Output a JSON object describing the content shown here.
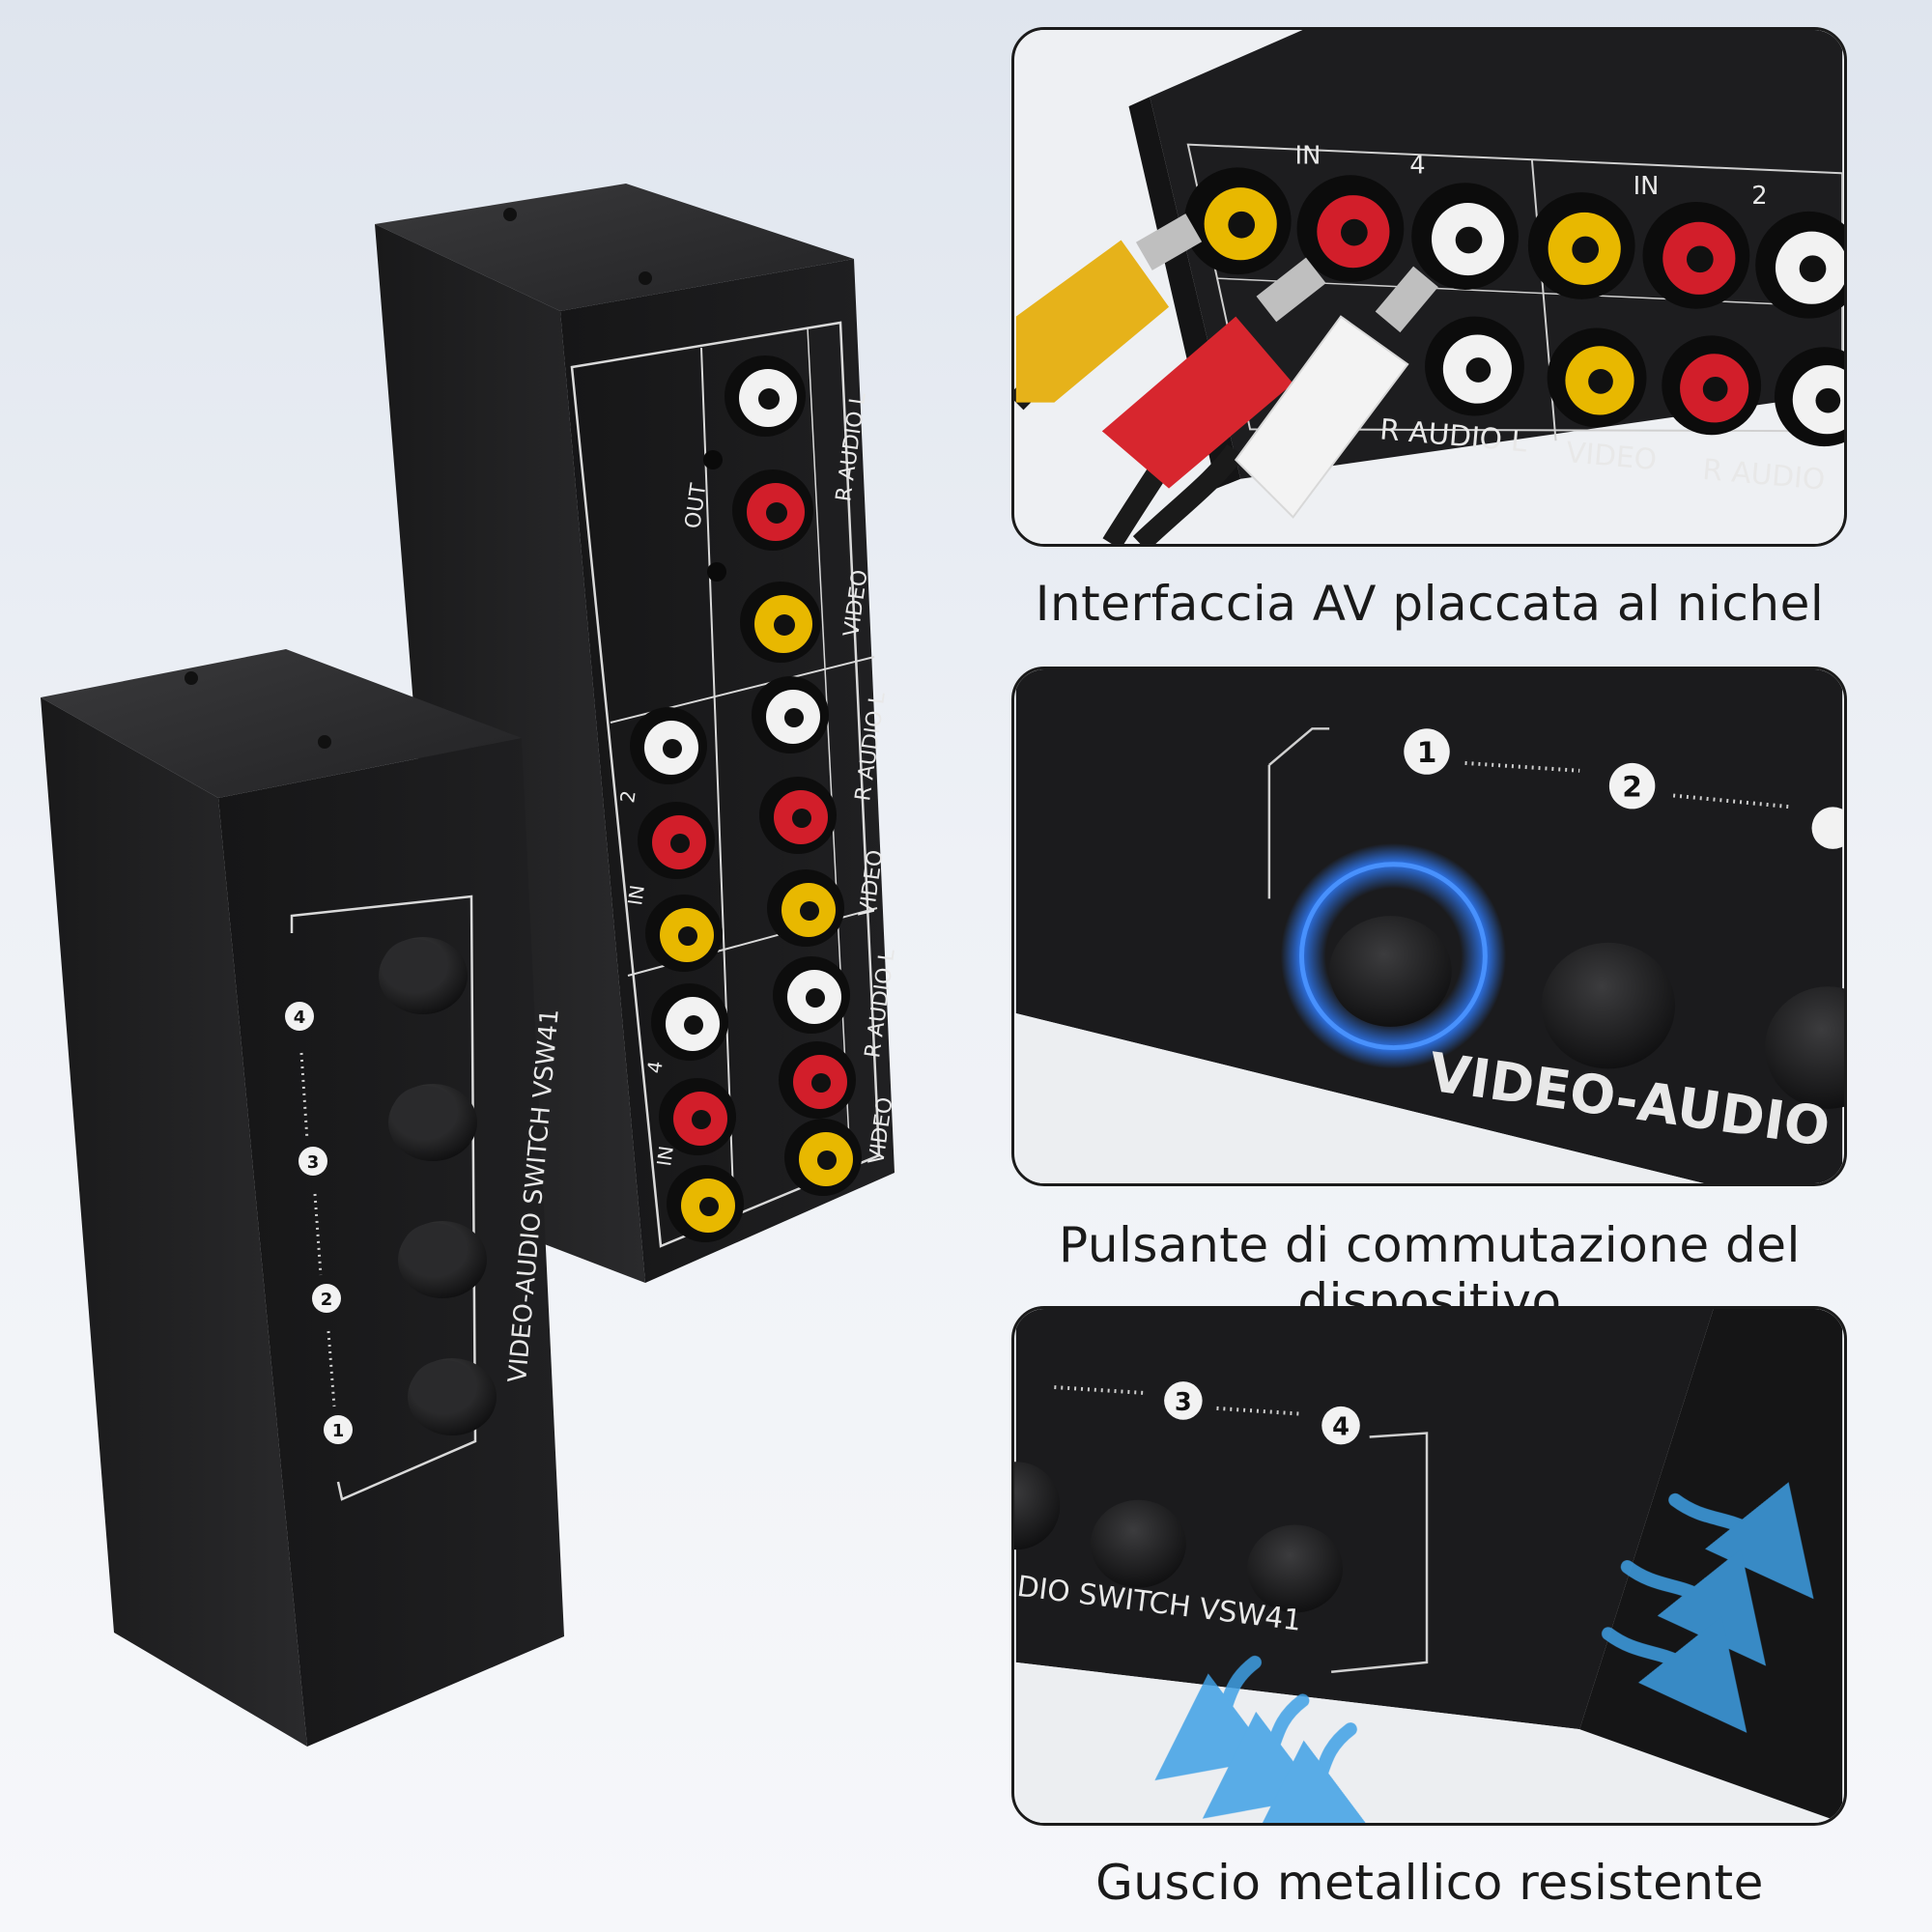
{
  "captions": {
    "nickel": "Interfaccia AV placcata al nichel",
    "button": "Pulsante di commutazione del dispositivo",
    "shell": "Guscio metallico resistente"
  },
  "device": {
    "model_label": "VIDEO-AUDIO SWITCH VSW41",
    "button_numbers": [
      "1",
      "2",
      "3",
      "4"
    ],
    "back_labels": {
      "out": "OUT",
      "in": "IN",
      "input_2": "2",
      "input_4": "4",
      "audio": "R  AUDIO  L",
      "video": "VIDEO"
    }
  },
  "zoom_ports": {
    "in": "IN",
    "input_4": "4",
    "input_2": "2",
    "audio": "R  AUDIO  L",
    "video": "VIDEO",
    "audio_partial": "R  AUDIO"
  },
  "zoom_buttons": {
    "label": "VIDEO-AUDIO SWITC",
    "numbers": [
      "1",
      "2"
    ]
  },
  "zoom_shell": {
    "label": "DIO SWITCH VSW41",
    "numbers": [
      "3",
      "4"
    ]
  },
  "colors": {
    "device_body": "#1c1c1e",
    "rca_yellow": "#e8b800",
    "rca_red": "#d21e2a",
    "rca_white": "#f2f2f2",
    "glow_blue": "#2f7dff",
    "airflow_blue": "#3fa0e6"
  }
}
